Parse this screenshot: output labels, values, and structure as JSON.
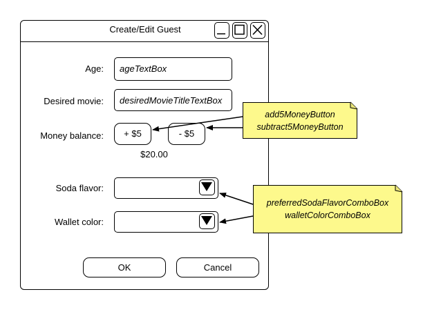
{
  "window": {
    "title": "Create/Edit Guest",
    "minimize_icon": "minimize-icon",
    "maximize_icon": "maximize-icon",
    "close_icon": "close-icon"
  },
  "form": {
    "age_label": "Age:",
    "age_value": "ageTextBox",
    "movie_label": "Desired movie:",
    "movie_value": "desiredMovieTitleTextBox",
    "money_label": "Money balance:",
    "add_button": "+ $5",
    "subtract_button": "- $5",
    "balance_value": "$20.00",
    "soda_label": "Soda flavor:",
    "soda_value": "",
    "wallet_label": "Wallet color:",
    "wallet_value": "",
    "ok_button": "OK",
    "cancel_button": "Cancel"
  },
  "notes": {
    "buttons": [
      "add5MoneyButton",
      "subtract5MoneyButton"
    ],
    "combos": [
      "preferredSodaFlavorComboBox",
      "walletColorComboBox"
    ]
  },
  "colors": {
    "note_fill": "#fdf98c",
    "stroke": "#000000"
  }
}
